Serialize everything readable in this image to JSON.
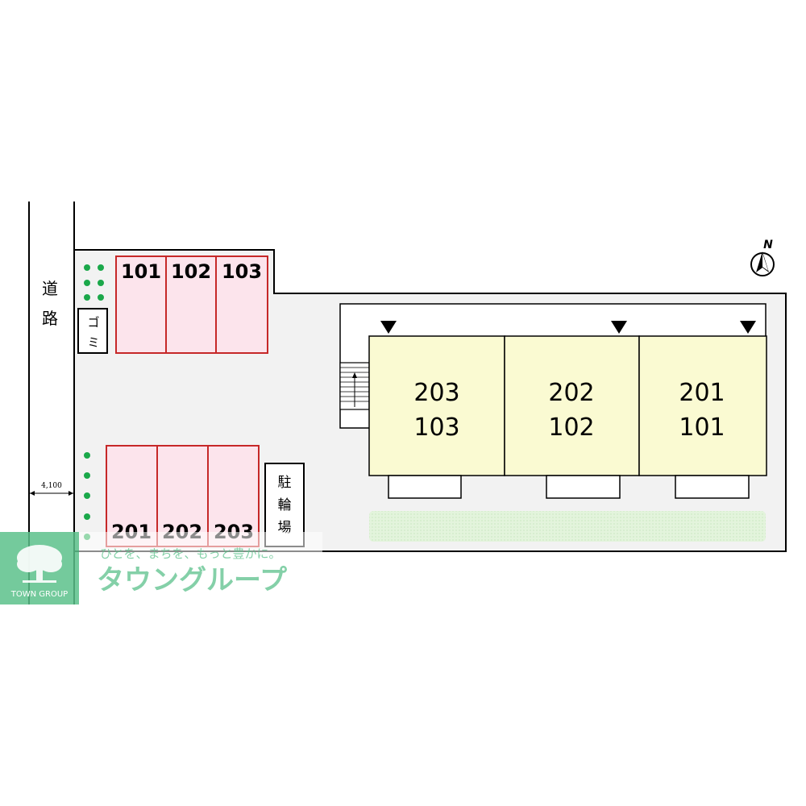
{
  "road": {
    "label_chars": [
      "道",
      "路"
    ],
    "width_label": "4,100"
  },
  "north": {
    "label": "N"
  },
  "garbage": {
    "chars": [
      "ゴ",
      "ミ"
    ]
  },
  "bicycle_parking": {
    "chars": [
      "駐",
      "輪",
      "場"
    ]
  },
  "parking_top": {
    "spaces": [
      "101",
      "102",
      "103"
    ]
  },
  "parking_bottom": {
    "spaces": [
      "201",
      "202",
      "203"
    ]
  },
  "building": {
    "units": [
      {
        "upper": "203",
        "lower": "103"
      },
      {
        "upper": "202",
        "lower": "102"
      },
      {
        "upper": "201",
        "lower": "101"
      }
    ]
  },
  "watermark": {
    "tagline": "ひとを、まちを、もっと豊かに。",
    "brand_name": "タウングループ",
    "logo_text": "TOWN GROUP"
  },
  "colors": {
    "parking_fill": "#fce4ec",
    "parking_border": "#c62828",
    "building_fill": "#fafad2",
    "site_fill": "#f2f2f2",
    "green_dot": "#1aa84a",
    "watermark_green": "#5cc18b"
  }
}
